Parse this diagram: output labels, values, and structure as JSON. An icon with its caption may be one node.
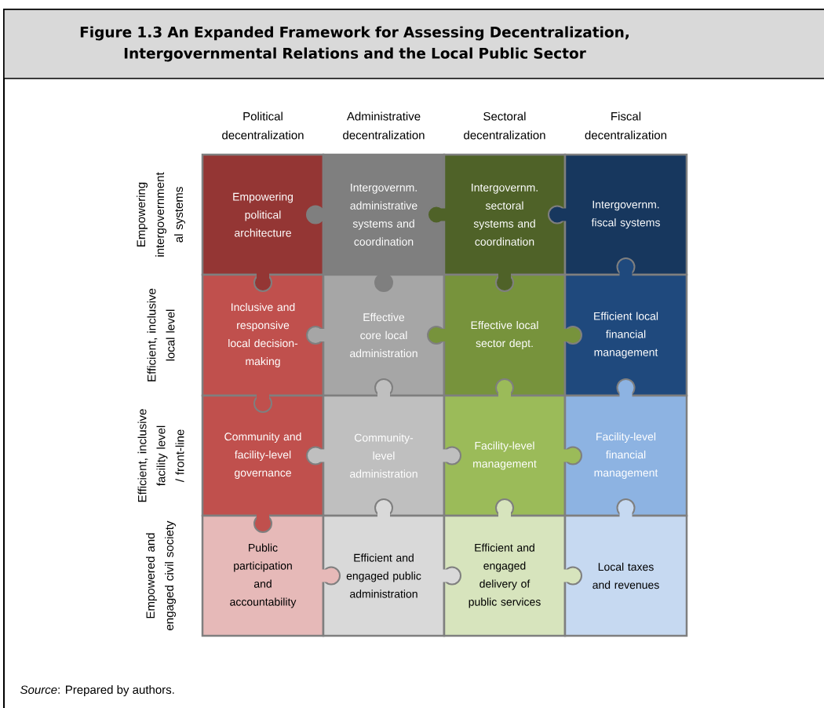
{
  "diagram": {
    "title": "Figure 1.3 An Expanded Framework for Assessing Decentralization, Intergovernmental Relations and the Local Public Sector",
    "nodes": [
      {
        "text": [
          "Empowering political architecture"
        ]
      },
      {
        "text": [
          "Intergovernm. administrative systems and coordination"
        ]
      },
      {
        "text": [
          "Intergovernm. sectoral systems and coordination"
        ]
      },
      {
        "text": [
          "Intergovernm. fiscal systems"
        ]
      },
      {
        "text": [
          "Inclusive and responsive local decision-making"
        ]
      },
      {
        "text": [
          "Effective core local administration"
        ]
      },
      {
        "text": [
          "Effective local sector dept."
        ]
      },
      {
        "text": [
          "Efficient local financial management"
        ]
      },
      {
        "text": [
          "Community and facility-level governance"
        ]
      },
      {
        "text": [
          "Community-level administration"
        ]
      },
      {
        "text": [
          "Facility-level management"
        ]
      },
      {
        "text": [
          "Facility-level financial management"
        ]
      },
      {
        "text": [
          "Public participation and accountability"
        ]
      },
      {
        "text": [
          "Efficient and engaged public administration"
        ]
      },
      {
        "text": [
          "Efficient and engaged delivery of public services"
        ]
      },
      {
        "text": [
          "Local taxes and revenues"
        ]
      }
    ],
    "labels": [
      "Political decentralization",
      "Administrative decentralization",
      "Sectoral decentralization",
      "Fiscal decentralization",
      "Empowering intergovernment al systems",
      "Efficient, inclusive local level",
      "Efficient, inclusive facility level / front-line",
      "Empowered and engaged civil society"
    ],
    "caption": "*Source*: Prepared by authors."
  }
}
